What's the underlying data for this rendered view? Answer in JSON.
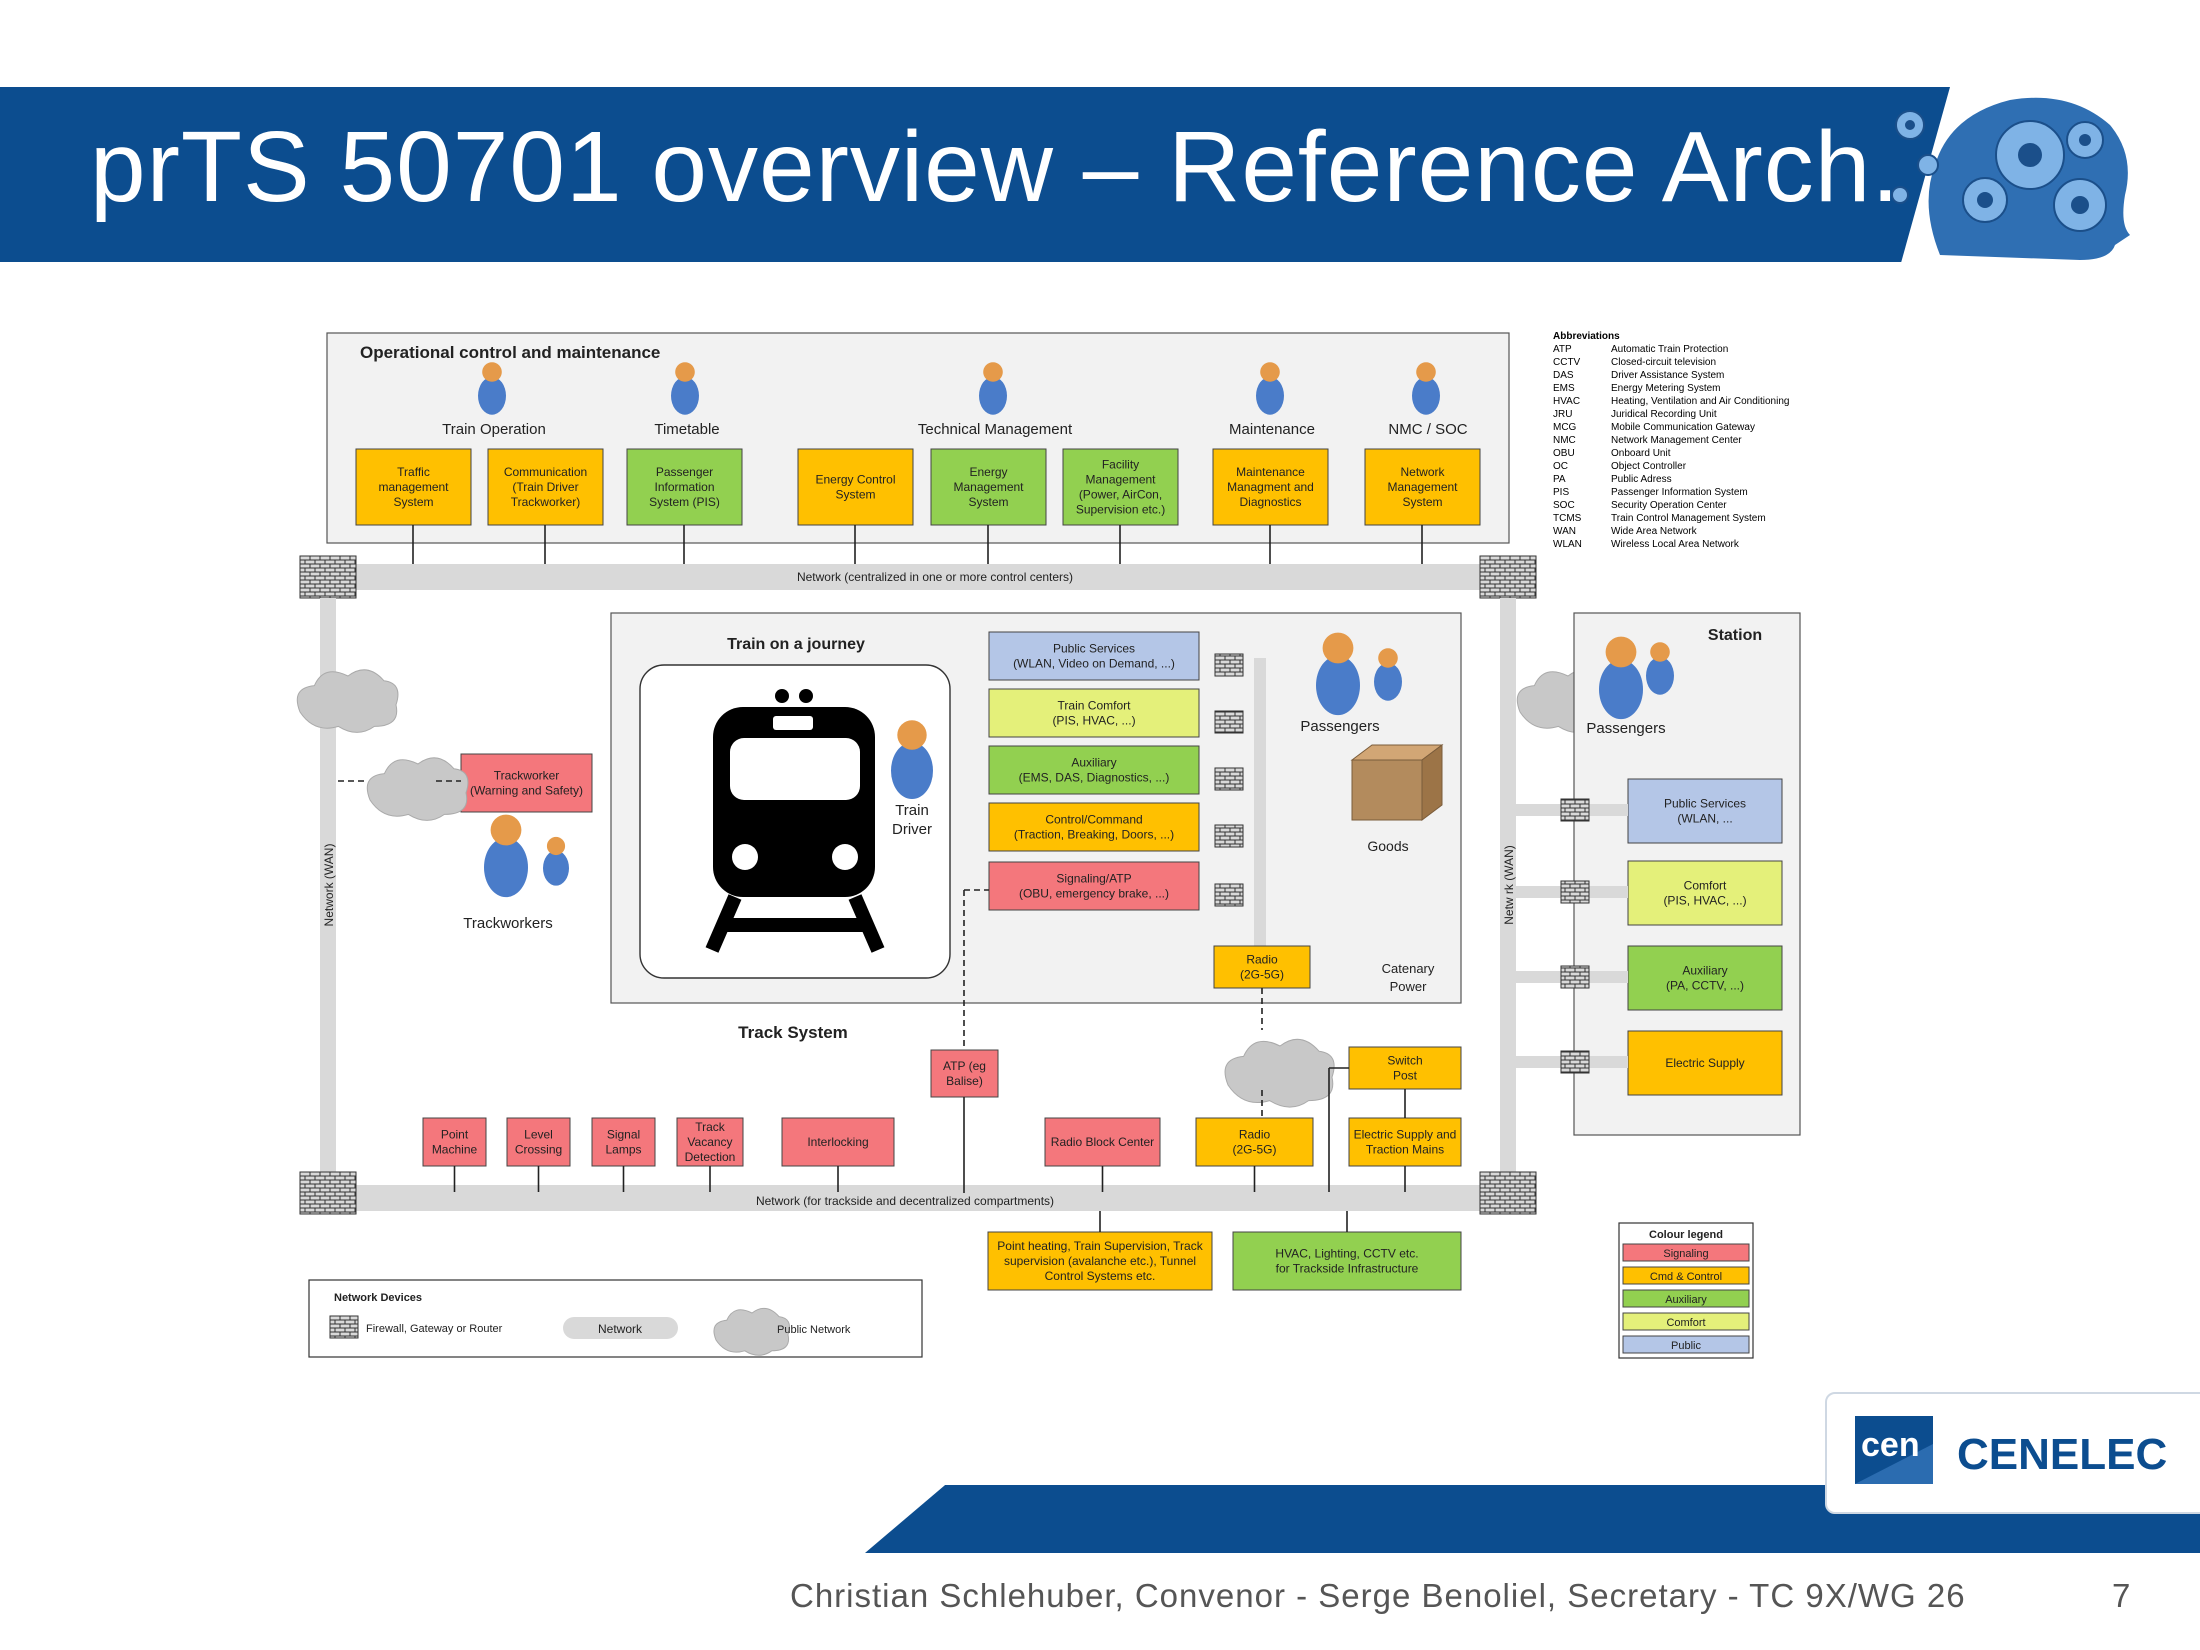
{
  "slide": {
    "title": "prTS 50701 overview – Reference Arch.",
    "footer": "Christian Schlehuber, Convenor -  Serge Benoliel, Secretary -  TC 9X/WG 26",
    "page_number": "7",
    "logo_cen": "cen",
    "logo_cenelec": "CENELEC"
  },
  "colors": {
    "brand_blue": "#0c4d8f",
    "signaling": "#f4777c",
    "cmd_control": "#ffc000",
    "auxiliary": "#92d050",
    "comfort": "#e4f07a",
    "public": "#b4c6e7"
  },
  "ocm": {
    "title": "Operational control and maintenance",
    "roles": [
      "Train Operation",
      "Timetable",
      "Technical Management",
      "Maintenance",
      "NMC / SOC"
    ],
    "systems": [
      {
        "label": "Traffic management System",
        "lines": [
          "Traffic",
          "management",
          "System"
        ],
        "cat": "cmd"
      },
      {
        "label": "Communication (Train Driver Trackworker)",
        "lines": [
          "Communication",
          "(Train Driver",
          "Trackworker)"
        ],
        "cat": "cmd"
      },
      {
        "label": "Passenger Information System (PIS)",
        "lines": [
          "Passenger",
          "Information",
          "System (PIS)"
        ],
        "cat": "aux"
      },
      {
        "label": "Energy Control System",
        "lines": [
          "Energy Control",
          "System"
        ],
        "cat": "cmd"
      },
      {
        "label": "Energy Management System",
        "lines": [
          "Energy",
          "Management",
          "System"
        ],
        "cat": "aux"
      },
      {
        "label": "Facility Management (Power, AirCon, Supervision etc.)",
        "lines": [
          "Facility",
          "Management",
          "(Power, AirCon,",
          "Supervision etc.)"
        ],
        "cat": "aux"
      },
      {
        "label": "Maintenance Managment and Diagnostics",
        "lines": [
          "Maintenance",
          "Managment and",
          "Diagnostics"
        ],
        "cat": "cmd"
      },
      {
        "label": "Network Management System",
        "lines": [
          "Network",
          "Management",
          "System"
        ],
        "cat": "cmd"
      }
    ]
  },
  "networks": {
    "central": "Network (centralized in one or more control centers)",
    "trackside": "Network (for trackside and decentralized compartments)",
    "wan_left": "Network (WAN)",
    "wan_right": "Netw    rk (WAN)"
  },
  "train": {
    "title": "Train on a journey",
    "driver": [
      "Train",
      "Driver"
    ],
    "passengers": "Passengers",
    "goods": "Goods",
    "catenary": [
      "Catenary",
      "Power"
    ],
    "radio": [
      "Radio",
      "(2G-5G)"
    ],
    "systems": [
      {
        "lines": [
          "Public Services",
          "(WLAN, Video on Demand, ...)"
        ],
        "cat": "pub"
      },
      {
        "lines": [
          "Train Comfort",
          "(PIS, HVAC, ...)"
        ],
        "cat": "com"
      },
      {
        "lines": [
          "Auxiliary",
          "(EMS, DAS, Diagnostics, ...)"
        ],
        "cat": "aux"
      },
      {
        "lines": [
          "Control/Command",
          "(Traction, Breaking, Doors, ...)"
        ],
        "cat": "cmd"
      },
      {
        "lines": [
          "Signaling/ATP",
          "(OBU, emergency brake, ...)"
        ],
        "cat": "sig"
      }
    ]
  },
  "trackworker": {
    "box": [
      "Trackworker",
      "(Warning and Safety)"
    ],
    "label": "Trackworkers"
  },
  "station": {
    "title": "Station",
    "passengers": "Passengers",
    "systems": [
      {
        "lines": [
          "Public Services",
          "(WLAN, ..."
        ],
        "cat": "pub"
      },
      {
        "lines": [
          "Comfort",
          "(PIS, HVAC, ...)"
        ],
        "cat": "com"
      },
      {
        "lines": [
          "Auxiliary",
          "(PA, CCTV, ...)"
        ],
        "cat": "aux"
      },
      {
        "lines": [
          "Electric Supply"
        ],
        "cat": "cmd"
      }
    ]
  },
  "track": {
    "title": "Track System",
    "atp": [
      "ATP (eg",
      "Balise)"
    ],
    "switch_post": [
      "Switch",
      "Post"
    ],
    "items": [
      {
        "lines": [
          "Point",
          "Machine"
        ],
        "cat": "sig"
      },
      {
        "lines": [
          "Level",
          "Crossing"
        ],
        "cat": "sig"
      },
      {
        "lines": [
          "Signal",
          "Lamps"
        ],
        "cat": "sig"
      },
      {
        "lines": [
          "Track",
          "Vacancy",
          "Detection"
        ],
        "cat": "sig"
      },
      {
        "lines": [
          "Interlocking"
        ],
        "cat": "sig"
      },
      {
        "lines": [
          "Radio Block Center"
        ],
        "cat": "sig"
      },
      {
        "lines": [
          "Radio",
          "(2G-5G)"
        ],
        "cat": "cmd"
      },
      {
        "lines": [
          "Electric Supply and",
          "Traction Mains"
        ],
        "cat": "cmd"
      }
    ],
    "bottom": [
      {
        "lines": [
          "Point heating, Train Supervision, Track",
          "supervision (avalanche etc.), Tunnel",
          "Control Systems etc."
        ],
        "cat": "cmd"
      },
      {
        "lines": [
          "HVAC, Lighting, CCTV etc.",
          "for Trackside Infrastructure"
        ],
        "cat": "aux"
      }
    ]
  },
  "network_devices": {
    "title": "Network Devices",
    "firewall": "Firewall, Gateway or Router",
    "network": "Network",
    "public": "Public Network"
  },
  "colour_legend": {
    "title": "Colour legend",
    "items": [
      {
        "label": "Signaling",
        "cat": "sig"
      },
      {
        "label": "Cmd & Control",
        "cat": "cmd"
      },
      {
        "label": "Auxiliary",
        "cat": "aux"
      },
      {
        "label": "Comfort",
        "cat": "com"
      },
      {
        "label": "Public",
        "cat": "pub"
      }
    ]
  },
  "abbreviations": {
    "title": "Abbreviations",
    "items": [
      {
        "k": "ATP",
        "v": "Automatic Train Protection"
      },
      {
        "k": "CCTV",
        "v": "Closed-circuit television"
      },
      {
        "k": "DAS",
        "v": "Driver Assistance System"
      },
      {
        "k": "EMS",
        "v": "Energy Metering System"
      },
      {
        "k": "HVAC",
        "v": "Heating, Ventilation and Air Conditioning"
      },
      {
        "k": "JRU",
        "v": "Juridical Recording Unit"
      },
      {
        "k": "MCG",
        "v": "Mobile Communication Gateway"
      },
      {
        "k": "NMC",
        "v": "Network Management Center"
      },
      {
        "k": "OBU",
        "v": "Onboard Unit"
      },
      {
        "k": "OC",
        "v": "Object Controller"
      },
      {
        "k": "PA",
        "v": "Public Adress"
      },
      {
        "k": "PIS",
        "v": "Passenger Information System"
      },
      {
        "k": "SOC",
        "v": "Security Operation Center"
      },
      {
        "k": "TCMS",
        "v": "Train Control Management System"
      },
      {
        "k": "WAN",
        "v": "Wide Area Network"
      },
      {
        "k": "WLAN",
        "v": "Wireless Local Area Network"
      }
    ]
  }
}
